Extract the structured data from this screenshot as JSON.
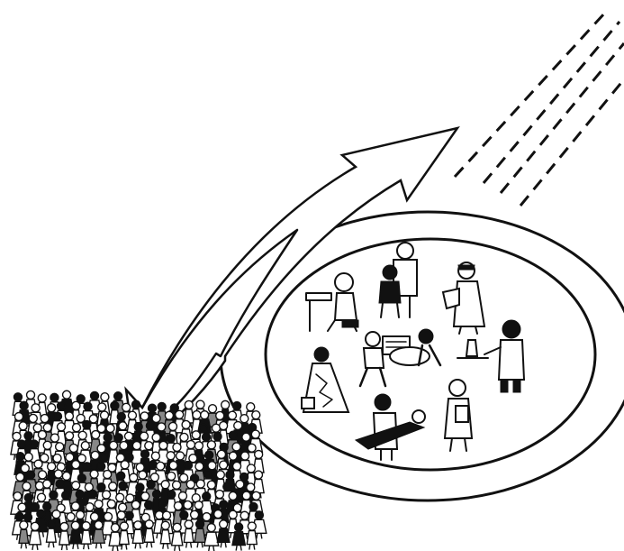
{
  "image": {
    "style": "black-and-white line illustration",
    "background_color": "#ffffff",
    "ink_color": "#111111"
  },
  "scene": {
    "elements": [
      "crowd-of-people",
      "double-headed-curved-arrow",
      "outer-ring",
      "inner-circle-with-workers",
      "dashed-rays"
    ],
    "inner_circle_figures": [
      "seated-typist-icon",
      "reading-worker-icon",
      "nurse-holding-cloth-icon",
      "pharmacist-icon",
      "running-worker-icon",
      "patient-on-stretcher-icon",
      "dressed-woman-icon",
      "caregiver-with-patient-icon",
      "nurse-with-clipboard-icon"
    ]
  }
}
